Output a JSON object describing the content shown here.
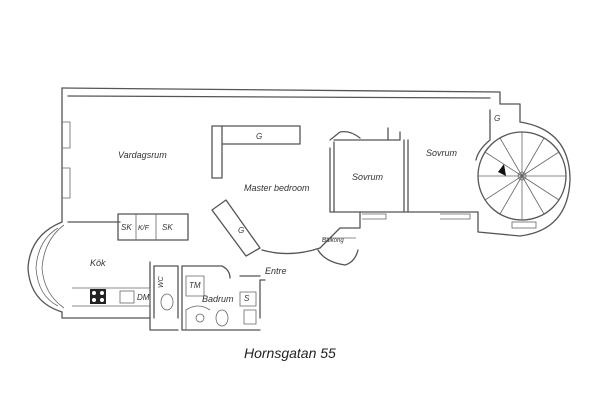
{
  "title": "Hornsgatan 55",
  "rooms": {
    "vardagsrum": "Vardagsrum",
    "master_bedroom": "Master bedroom",
    "sovrum_1": "Sovrum",
    "sovrum_2": "Sovrum",
    "kok": "Kök",
    "badrum": "Badrum",
    "entre": "Entre",
    "balkong": "Balkong"
  },
  "fixtures": {
    "g_wardrobe_top": "G",
    "g_wardrobe_diag": "G",
    "g_stair": "G",
    "sk_1": "SK",
    "kf": "K/F",
    "sk_2": "SK",
    "wc": "WC",
    "tm": "TM",
    "dm": "DM",
    "s": "S"
  },
  "colors": {
    "wall": "#555555",
    "stove": "#222222"
  }
}
